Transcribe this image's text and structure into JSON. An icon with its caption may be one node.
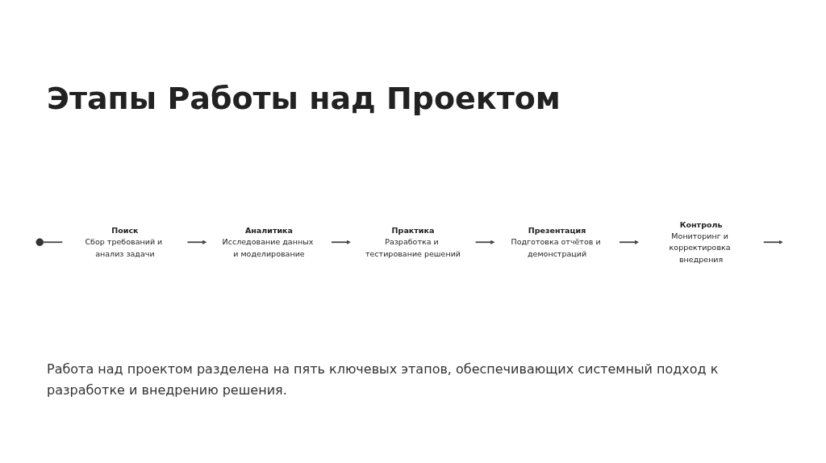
{
  "diagram": {
    "title": "Этапы Работы над Проектом",
    "caption": "Работа над проектом разделена на пять ключевых этапов, обеспечивающих системный подход к разработке и внедрению решения.",
    "nodes": [
      {
        "text": [],
        "shape": "circle"
      },
      {
        "text": [
          "Поиск",
          "Сбор требований и анализ задачи"
        ]
      },
      {
        "text": [
          "Аналитика",
          "Исследование данных и моделирование"
        ]
      },
      {
        "text": [
          "Практика",
          "Разработка и тестирование решений"
        ]
      },
      {
        "text": [
          "Презентация",
          "Подготовка отчётов и демонстраций"
        ]
      },
      {
        "text": [
          "Контроль",
          "Мониторинг и корректировка внедрения"
        ]
      }
    ],
    "edges": [
      {
        "from": 0,
        "to": 1,
        "arrow": "none"
      },
      {
        "from": 1,
        "to": 2,
        "arrow": "to"
      },
      {
        "from": 2,
        "to": 3,
        "arrow": "to"
      },
      {
        "from": 3,
        "to": 4,
        "arrow": "to"
      },
      {
        "from": 4,
        "to": 5,
        "arrow": "to"
      },
      {
        "from": 5,
        "to": null,
        "arrow": "to"
      }
    ]
  }
}
